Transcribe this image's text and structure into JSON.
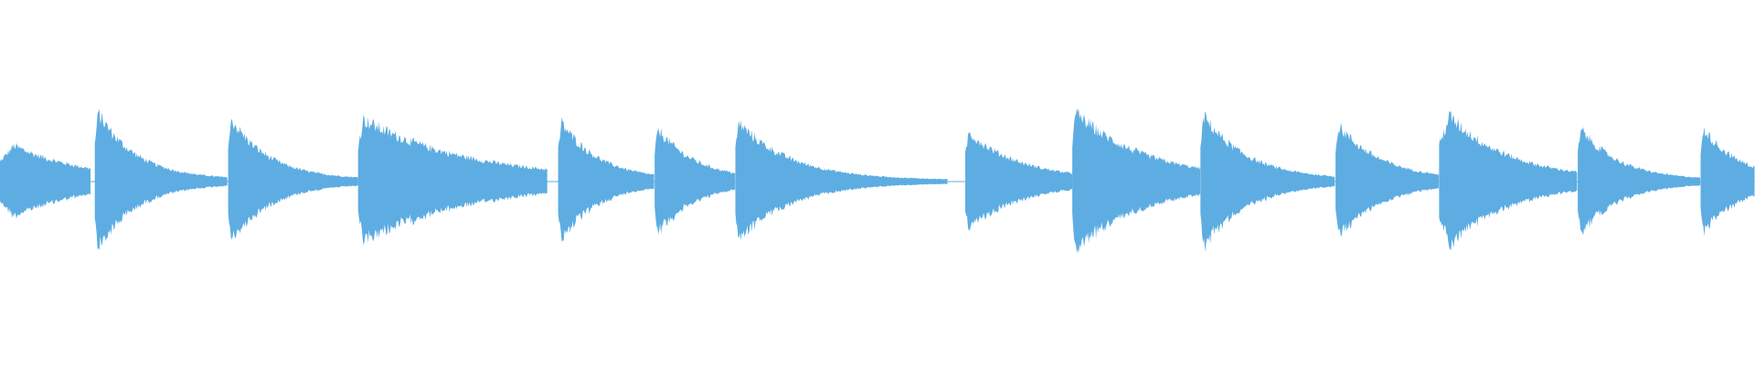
{
  "waveform": {
    "color": "#5dade2",
    "background": "#ffffff",
    "amplitude_scale": 1.0,
    "segments": [
      {
        "type": "onset",
        "time": 0.0,
        "peak": 0.22,
        "decay": 0.04,
        "ring_level": 0.01,
        "ring_end": 0.052,
        "attack": 0.008
      },
      {
        "type": "onset",
        "time": 0.054,
        "peak": 0.42,
        "decay": 0.022,
        "ring_level": 0.012,
        "ring_end": 0.13,
        "attack": 0.002
      },
      {
        "type": "onset",
        "time": 0.13,
        "peak": 0.38,
        "decay": 0.022,
        "ring_level": 0.012,
        "ring_end": 0.204,
        "attack": 0.002
      },
      {
        "type": "onset",
        "time": 0.204,
        "peak": 0.38,
        "decay": 0.06,
        "ring_level": 0.01,
        "ring_end": 0.312,
        "attack": 0.003
      },
      {
        "type": "onset",
        "time": 0.318,
        "peak": 0.36,
        "decay": 0.022,
        "ring_level": 0.01,
        "ring_end": 0.373,
        "attack": 0.002
      },
      {
        "type": "onset",
        "time": 0.373,
        "peak": 0.32,
        "decay": 0.022,
        "ring_level": 0.01,
        "ring_end": 0.419,
        "attack": 0.002
      },
      {
        "type": "onset",
        "time": 0.419,
        "peak": 0.36,
        "decay": 0.03,
        "ring_level": 0.008,
        "ring_end": 0.54,
        "attack": 0.002
      },
      {
        "type": "onset",
        "time": 0.55,
        "peak": 0.3,
        "decay": 0.03,
        "ring_level": 0.01,
        "ring_end": 0.611,
        "attack": 0.002
      },
      {
        "type": "onset",
        "time": 0.611,
        "peak": 0.42,
        "decay": 0.04,
        "ring_level": 0.012,
        "ring_end": 0.684,
        "attack": 0.002
      },
      {
        "type": "onset",
        "time": 0.684,
        "peak": 0.4,
        "decay": 0.025,
        "ring_level": 0.012,
        "ring_end": 0.761,
        "attack": 0.002
      },
      {
        "type": "onset",
        "time": 0.761,
        "peak": 0.34,
        "decay": 0.025,
        "ring_level": 0.01,
        "ring_end": 0.82,
        "attack": 0.002
      },
      {
        "type": "onset",
        "time": 0.82,
        "peak": 0.4,
        "decay": 0.035,
        "ring_level": 0.01,
        "ring_end": 0.899,
        "attack": 0.006
      },
      {
        "type": "onset",
        "time": 0.899,
        "peak": 0.32,
        "decay": 0.022,
        "ring_level": 0.01,
        "ring_end": 0.969,
        "attack": 0.002
      },
      {
        "type": "onset",
        "time": 0.969,
        "peak": 0.32,
        "decay": 0.02,
        "ring_level": 0.018,
        "ring_end": 1.0,
        "attack": 0.002
      }
    ]
  }
}
